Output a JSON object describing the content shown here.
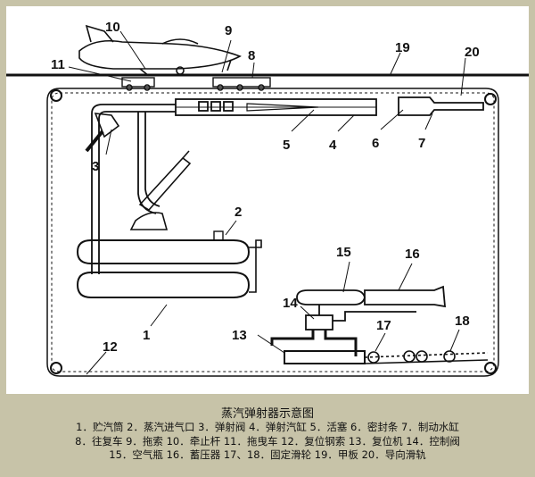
{
  "title": "蒸汽弹射器示意图",
  "callouts": [
    "1",
    "2",
    "3",
    "4",
    "5",
    "6",
    "7",
    "8",
    "9",
    "10",
    "11",
    "12",
    "13",
    "14",
    "15",
    "16",
    "17",
    "18",
    "19",
    "20"
  ],
  "legend": [
    "1．贮汽筒 2．蒸汽进气口 3．弹射阀 4．弹射汽缸 5．活塞 6．密封条 7．制动水缸",
    "8．往复车 9．拖索 10．牵止杆 11．拖曳车 12．复位钢索 13．复位机 14．控制阀",
    "15．空气瓶 16．蓄压器 17、18．固定滑轮 19．甲板 20．导向滑轨"
  ],
  "colors": {
    "background": "#c7c3a8",
    "panel": "#ffffff",
    "ink": "#111111"
  }
}
